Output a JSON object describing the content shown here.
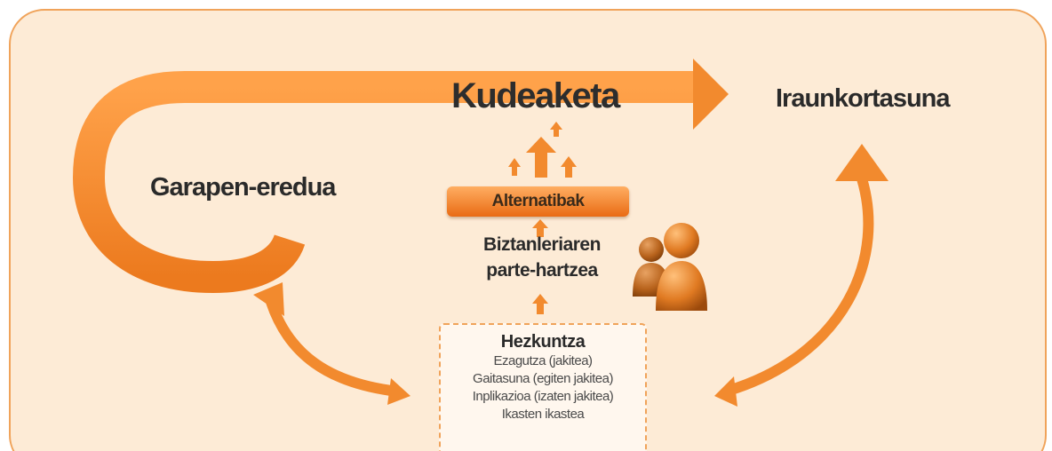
{
  "diagram": {
    "main_label": "Kudeaketa",
    "right_label": "Iraunkortasuna",
    "left_label": "Garapen-eredua",
    "alternatives_label": "Alternatibak",
    "participation_line1": "Biztanleriaren",
    "participation_line2": "parte-hartzea",
    "education": {
      "title": "Hezkuntza",
      "items": [
        "Ezagutza (jakitea)",
        "Gaitasuna (egiten jakitea)",
        "Inplikazioa (izaten jakitea)",
        "Ikasten ikastea"
      ]
    },
    "colors": {
      "background": "#fdebd6",
      "border": "#f0a35a",
      "arrow": "#f28a2e",
      "arrow_dark": "#e0711c",
      "text": "#2a2a2a"
    },
    "icons": [
      "people-icon"
    ]
  }
}
